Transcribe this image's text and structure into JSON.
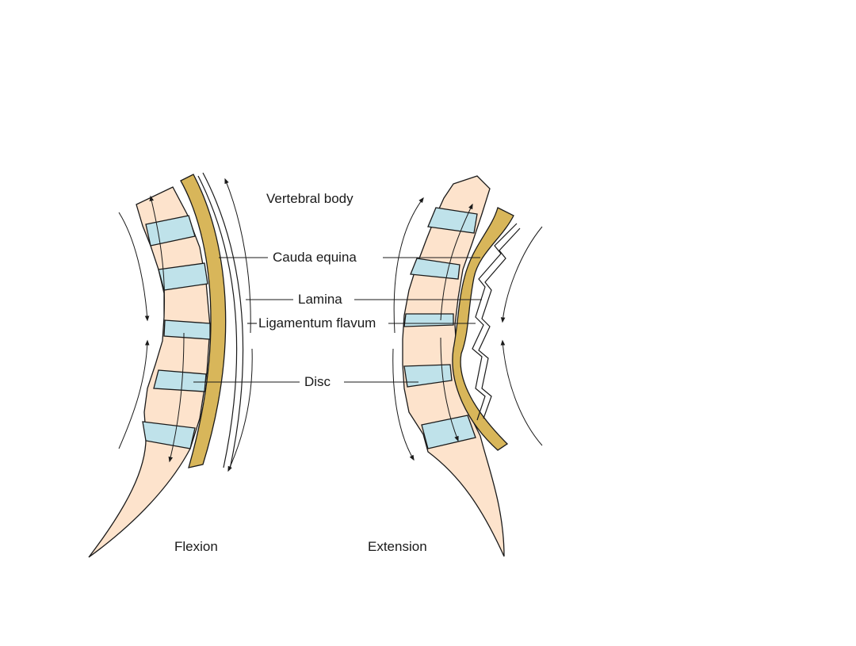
{
  "labels": {
    "vertebral_body": "Vertebral body",
    "cauda_equina": "Cauda equina",
    "lamina": "Lamina",
    "ligamentum_flavum": "Ligamentum flavum",
    "disc": "Disc"
  },
  "captions": {
    "flexion": "Flexion",
    "extension": "Extension"
  },
  "colors": {
    "bone": "#fde3cc",
    "disc": "#bfe2ea",
    "cauda": "#d8b65a",
    "outline": "#1a1a1a",
    "background": "#ffffff"
  }
}
